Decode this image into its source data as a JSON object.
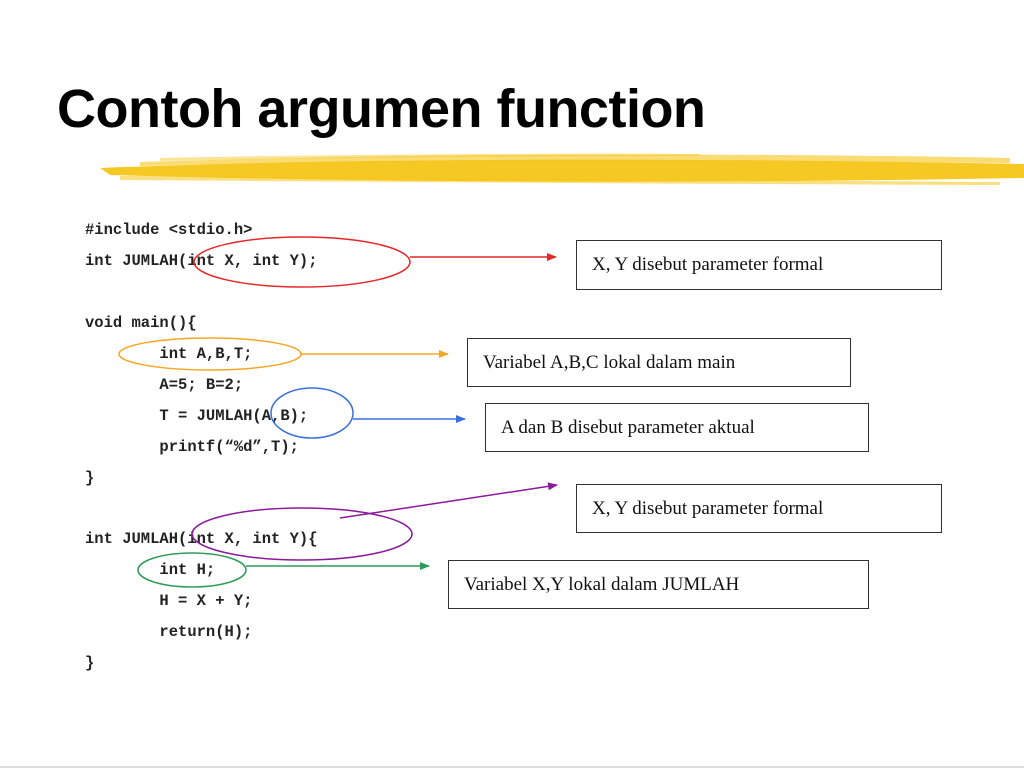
{
  "slide": {
    "title": "Contoh argumen function",
    "colors": {
      "highlighter": "#f5c518",
      "red": "#e62828",
      "orange": "#f5a623",
      "blue": "#3a6fe0",
      "purple": "#8a1a9a",
      "green": "#2e9a5a"
    }
  },
  "code": [
    "#include <stdio.h>",
    "int JUMLAH(int X, int Y);",
    "void main(){",
    "        int A,B,T;",
    "        A=5; B=2;",
    "        T = JUMLAH(A,B);",
    "        printf(“%d”,T);",
    "}",
    "int JUMLAH(int X, int Y){",
    "        int H;",
    "        H = X + Y;",
    "        return(H);",
    "}"
  ],
  "notes": [
    {
      "text": "X, Y disebut parameter formal"
    },
    {
      "text": "Variabel A,B,C lokal dalam main"
    },
    {
      "text": "A dan B disebut parameter aktual"
    },
    {
      "text": "X, Y disebut parameter formal"
    },
    {
      "text": "Variabel X,Y lokal dalam JUMLAH"
    }
  ]
}
